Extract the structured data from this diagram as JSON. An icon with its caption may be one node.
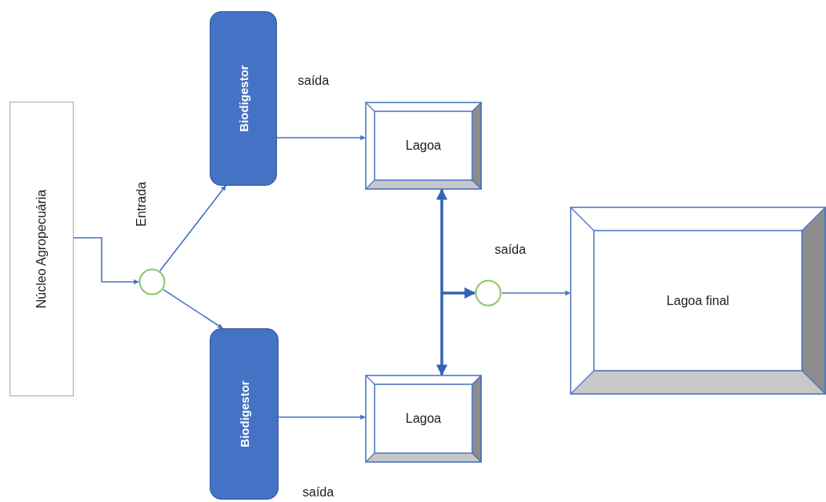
{
  "diagram": {
    "nodes": [
      {
        "text": [
          "Núcleo Agropecuária"
        ]
      },
      {
        "text": [],
        "shape": "circle"
      },
      {
        "text": [
          "Biodigestor"
        ]
      },
      {
        "text": [
          "Biodigestor"
        ]
      },
      {
        "text": [
          "Lagoa"
        ]
      },
      {
        "text": [
          "Lagoa"
        ]
      },
      {
        "text": [],
        "shape": "circle"
      },
      {
        "text": [
          "Lagoa final"
        ]
      }
    ],
    "edges": [
      {
        "from": 0,
        "to": 1,
        "arrow": "to"
      },
      {
        "from": 1,
        "to": 2,
        "arrow": "to"
      },
      {
        "from": 1,
        "to": 3,
        "arrow": "to"
      },
      {
        "from": 2,
        "to": 4,
        "arrow": "to"
      },
      {
        "from": 3,
        "to": 5,
        "arrow": "to"
      },
      {
        "from": 4,
        "to": 5,
        "arrow": "both",
        "style": "thick"
      },
      {
        "from": null,
        "to": 6,
        "arrow": "to",
        "style": "thick"
      },
      {
        "from": 6,
        "to": 7,
        "arrow": "to"
      }
    ],
    "labels": [
      "saída",
      "Entrada",
      "saída",
      "saída"
    ]
  }
}
